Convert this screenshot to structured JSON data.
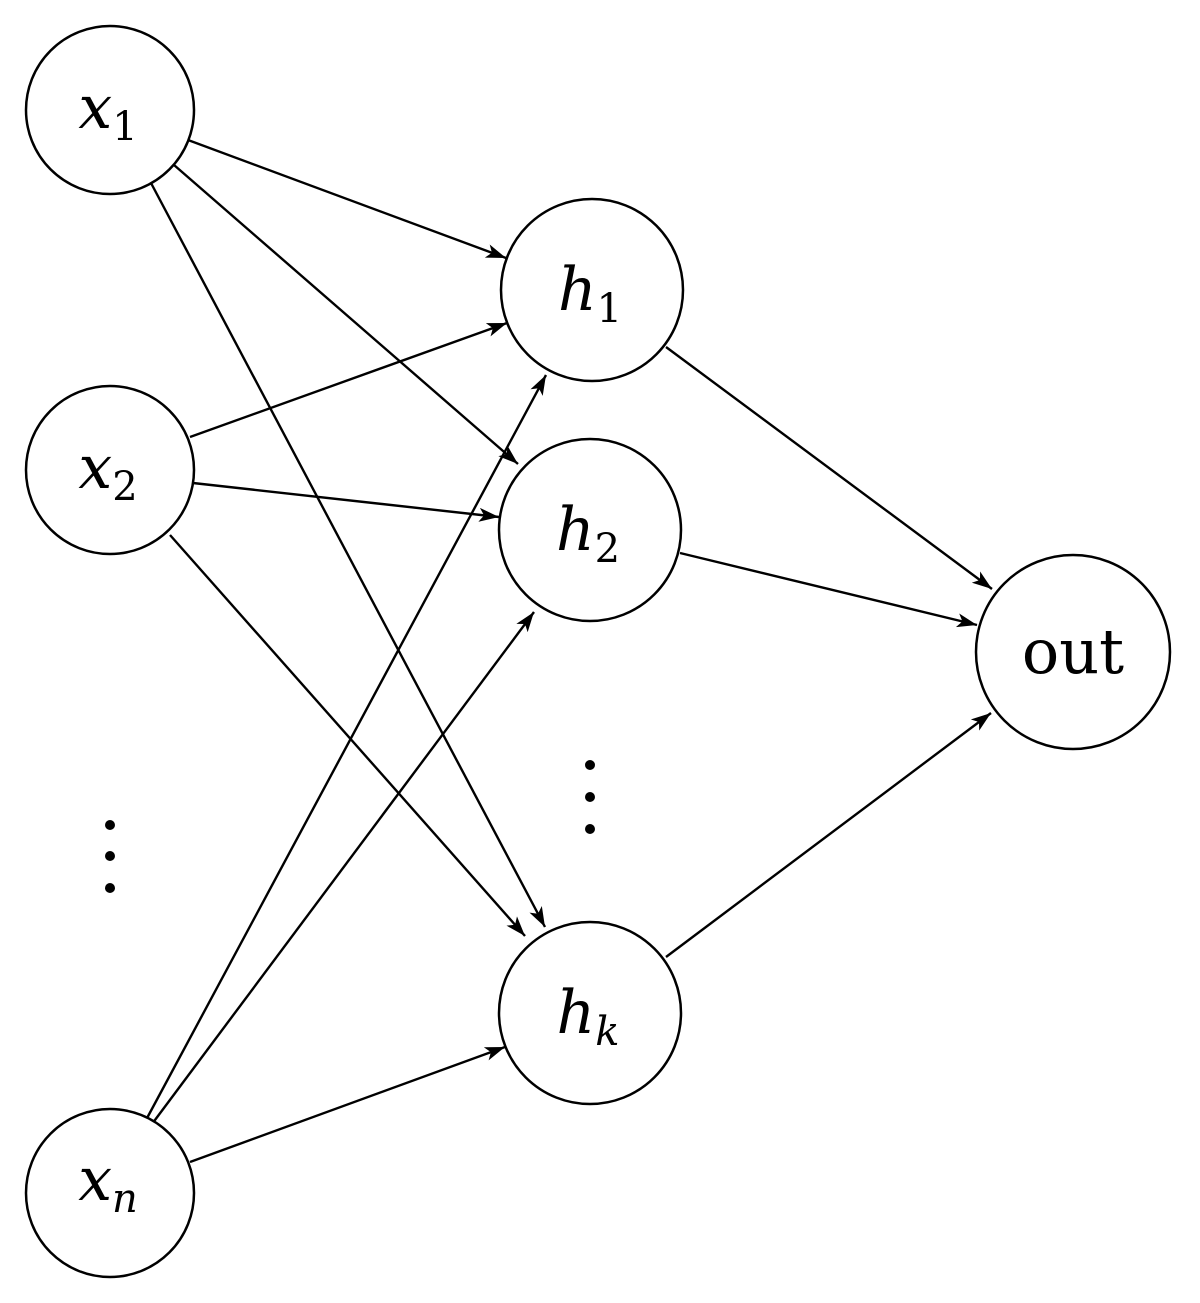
{
  "nodes": {
    "x1": {
      "base": "x",
      "sub": "1"
    },
    "x2": {
      "base": "x",
      "sub": "2"
    },
    "xn": {
      "base": "x",
      "sub": "n"
    },
    "h1": {
      "base": "h",
      "sub": "1"
    },
    "h2": {
      "base": "h",
      "sub": "2"
    },
    "hk": {
      "base": "h",
      "sub": "k"
    },
    "out": {
      "label": "out"
    }
  },
  "colors": {
    "stroke": "#000000",
    "background": "#ffffff"
  }
}
